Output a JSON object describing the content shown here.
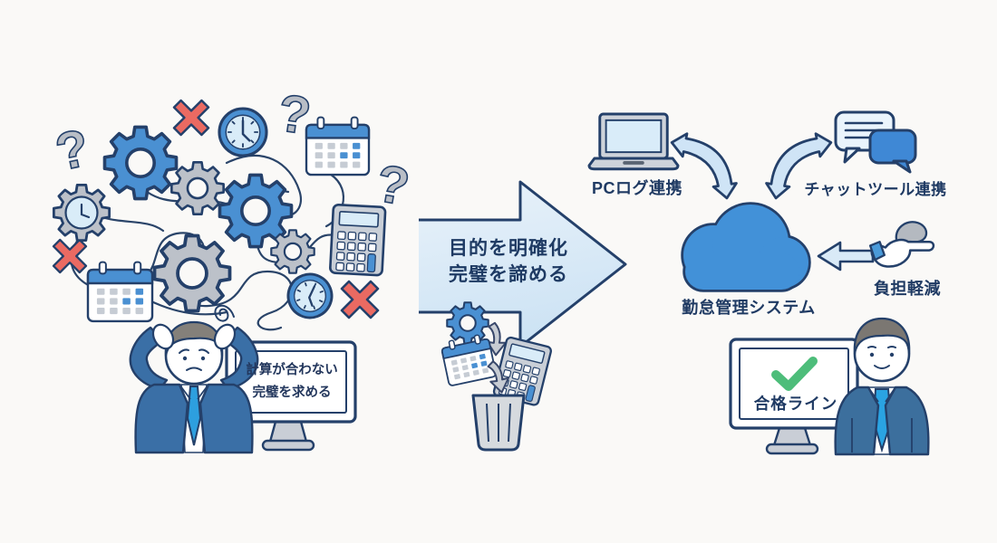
{
  "problem": {
    "monitor_lines": [
      "計算が合わない",
      "完璧を求める"
    ],
    "icons": [
      "gear-icon",
      "clock-icon",
      "gear-clock-icon",
      "calendar-icon",
      "calculator-icon",
      "question-mark-icon",
      "x-mark-icon",
      "tangled-lines",
      "stressed-man",
      "scribble-icon",
      "monitor"
    ]
  },
  "transition": {
    "arrow_lines": [
      "目的を明確化",
      "完璧を諦める"
    ],
    "icons": [
      "big-right-arrow",
      "gear-icon",
      "calendar-icon",
      "calculator-icon",
      "down-arrow-icon",
      "trash-can-icon"
    ]
  },
  "solution": {
    "pc_log_label": "PCログ連携",
    "chat_label": "チャットツール連携",
    "cloud_label": "勤怠管理システム",
    "burden_label": "負担軽減",
    "pass_label": "合格ライン",
    "icons": [
      "laptop-icon",
      "chat-bubbles-icon",
      "curved-double-arrow-icon",
      "cloud-icon",
      "left-arrow-icon",
      "hand-icon",
      "checkmark-icon",
      "monitor",
      "businessman"
    ]
  },
  "glyphs": {
    "question_mark": "?"
  },
  "colors": {
    "background": "#faf9f7",
    "navy_outline": "#24406a",
    "blue_primary": "#4a90d2",
    "blue_light": "#d9ecf8",
    "arrow_fill": "#d8e9f6",
    "gray_icon": "#c2c7cf",
    "red_x": "#ea6a62",
    "green_check": "#4dbd7a",
    "suit_blue": "#3a6fa6",
    "tie_blue": "#2d9fdf",
    "hair_gray": "#84807a"
  }
}
